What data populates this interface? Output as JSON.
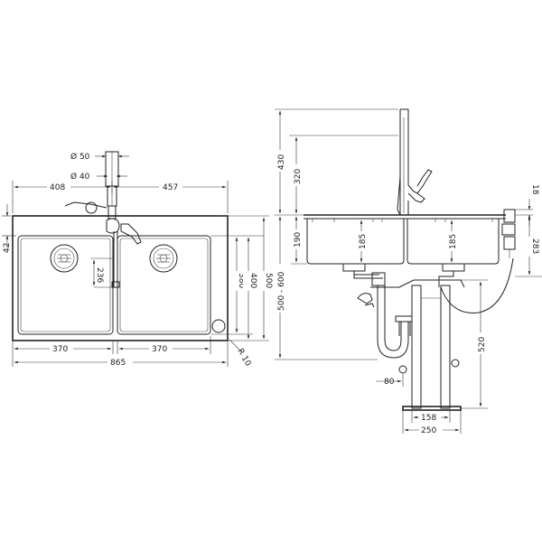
{
  "top_view": {
    "faucet_diam_outer": "Ø 50",
    "faucet_diam_inner": "Ø 40",
    "dim_left_to_faucet": "408",
    "dim_faucet_to_right": "457",
    "dim_rim": "42",
    "dim_drain_offset": "236",
    "dim_bowl_width_left": "370",
    "dim_bowl_width_right": "370",
    "dim_total_width": "865",
    "dim_bowl_depth": "380",
    "dim_inner_depth": "400",
    "dim_total_depth": "500",
    "dim_corner_radius": "R 10"
  },
  "side_view": {
    "dim_faucet_height": "430",
    "dim_spout_height": "320",
    "dim_counter_range": "500 - 600",
    "dim_bowl_height": "190",
    "dim_bowl_inner_left": "185",
    "dim_bowl_inner_right": "185",
    "dim_overflow_top": "18",
    "dim_overflow_height": "283",
    "dim_trap_height": "520",
    "dim_trap_offset": "80",
    "dim_base_inner": "158",
    "dim_base_outer": "250"
  }
}
